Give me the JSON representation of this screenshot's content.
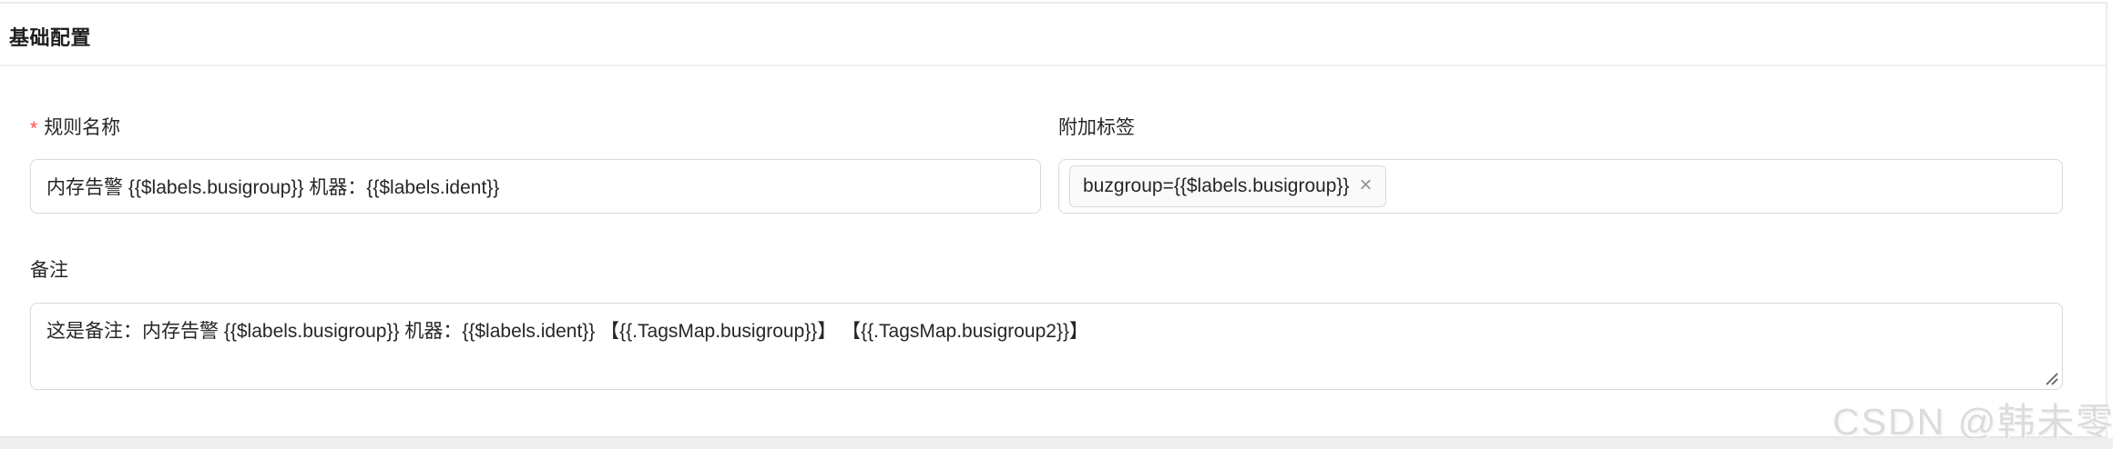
{
  "header": {
    "title": "基础配置"
  },
  "form": {
    "rule_name": {
      "required_mark": "*",
      "label": "规则名称",
      "value": "内存告警 {{$labels.busigroup}} 机器：{{$labels.ident}}"
    },
    "append_tags": {
      "label": "附加标签",
      "tags": [
        {
          "text": "buzgroup={{$labels.busigroup}}",
          "close_icon": "×"
        }
      ]
    },
    "note": {
      "label": "备注",
      "value": "这是备注：内存告警 {{$labels.busigroup}} 机器：{{$labels.ident}} 【{{.TagsMap.busigroup}}】 【{{.TagsMap.busigroup2}}】"
    }
  },
  "watermark": {
    "text": "CSDN @韩未零"
  },
  "colors": {
    "required_mark": "#ff4d4f",
    "text": "#262626",
    "input_border": "#d9d9d9",
    "divider": "#f0f0f0",
    "tag_background": "#fafafa",
    "watermark": "#dcdcdc"
  }
}
